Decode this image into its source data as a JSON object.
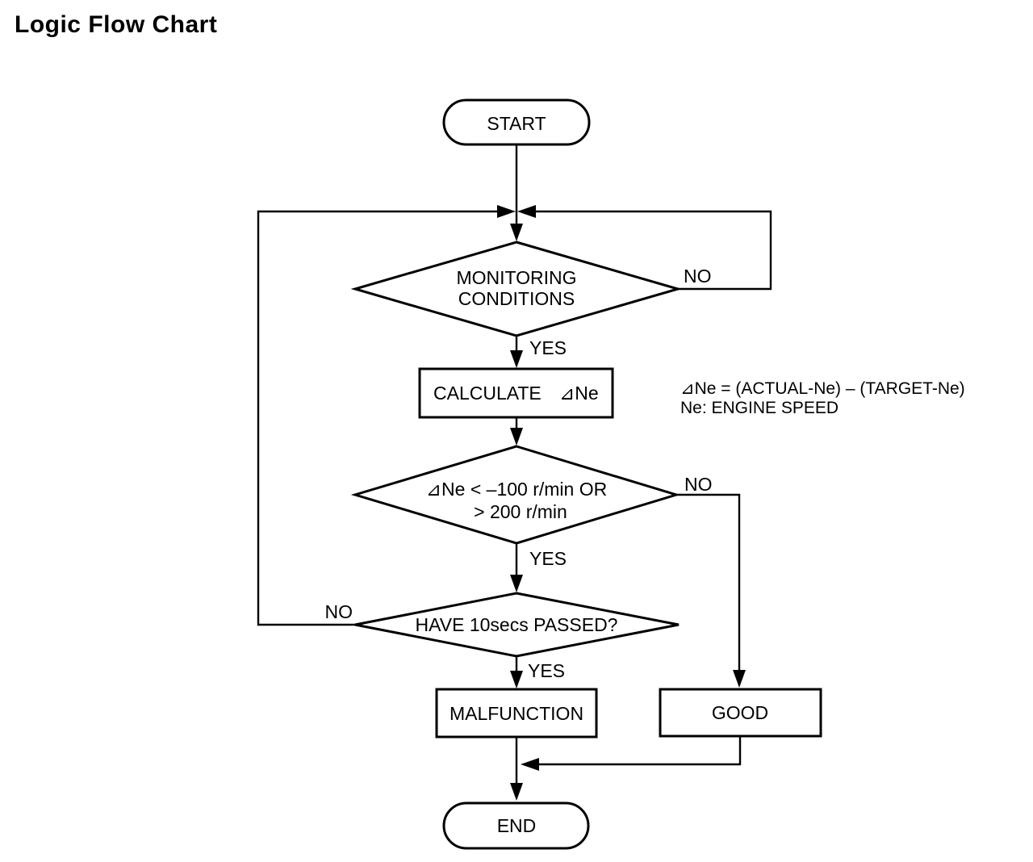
{
  "page": {
    "title": "Logic Flow Chart",
    "background_color": "#ffffff",
    "line_color": "#000000"
  },
  "nodes": {
    "start": {
      "label": "START",
      "type": "terminator"
    },
    "monitoring": {
      "line1": "MONITORING",
      "line2": "CONDITIONS",
      "type": "decision"
    },
    "calculate": {
      "action": "CALCULATE",
      "operand": "⊿Ne",
      "type": "process"
    },
    "delta_check": {
      "line1": "⊿Ne < –100 r/min OR",
      "line2": "> 200 r/min",
      "type": "decision"
    },
    "time_check": {
      "label": "HAVE 10secs PASSED?",
      "type": "decision"
    },
    "malfunction": {
      "label": "MALFUNCTION",
      "type": "process"
    },
    "good": {
      "label": "GOOD",
      "type": "process"
    },
    "end": {
      "label": "END",
      "type": "terminator"
    }
  },
  "annotation": {
    "line1": "⊿Ne = (ACTUAL-Ne) – (TARGET-Ne)",
    "line2": "Ne: ENGINE SPEED"
  },
  "edge_labels": {
    "monitoring_no": "NO",
    "monitoring_yes": "YES",
    "delta_no": "NO",
    "delta_yes": "YES",
    "time_no": "NO",
    "time_yes": "YES"
  }
}
